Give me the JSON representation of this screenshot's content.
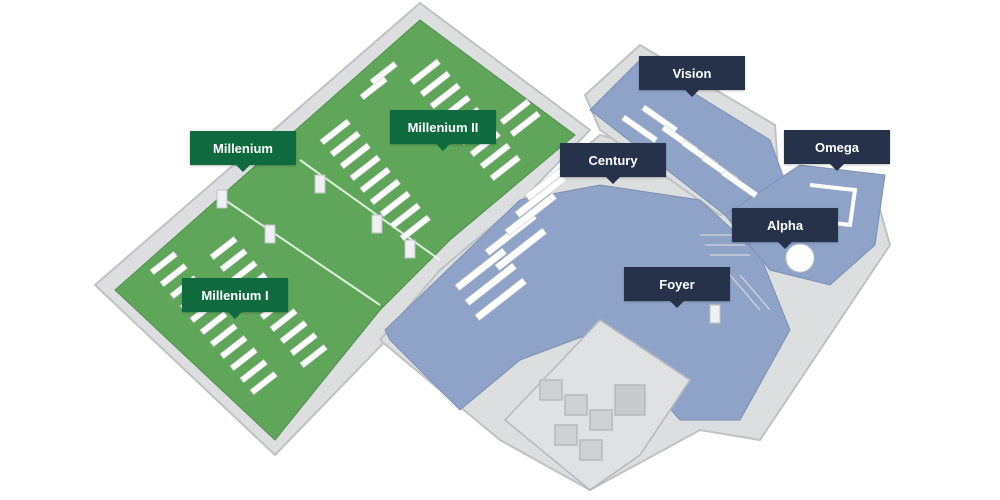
{
  "colors": {
    "green_label": "#0f6b3f",
    "navy_label": "#25324a",
    "green_floor": "#5fa65a",
    "blue_floor": "#8fa3c8",
    "wall": "#e9eaeb",
    "table": "#ffffff"
  },
  "rooms": {
    "millenium": "Millenium",
    "millenium_1": "Millenium I",
    "millenium_2": "Millenium II",
    "century": "Century",
    "vision": "Vision",
    "omega": "Omega",
    "alpha": "Alpha",
    "foyer": "Foyer"
  }
}
